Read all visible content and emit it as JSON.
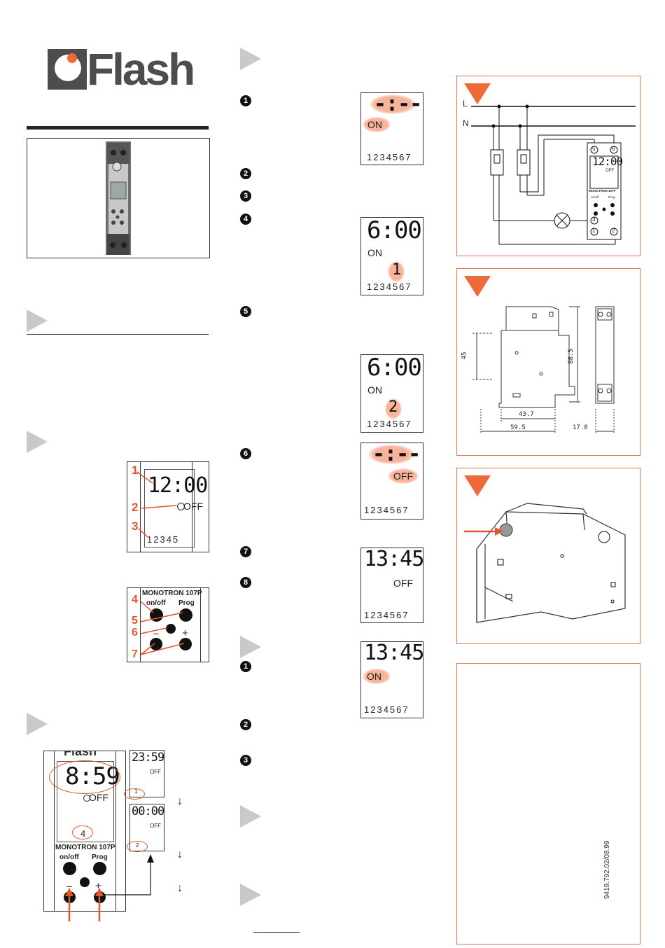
{
  "brand": {
    "name": "Flash",
    "accent": "#ee6a3b",
    "grey": "#4d4d4d"
  },
  "lcd_step1": {
    "time": "-:--",
    "state": "ON",
    "days": "1234567"
  },
  "lcd_step4": {
    "time": "6:00",
    "state": "ON",
    "day_selected": "1",
    "days": "1234567"
  },
  "lcd_step5": {
    "time": "6:00",
    "state": "ON",
    "day_selected": "2",
    "days": "1234567"
  },
  "lcd_step6": {
    "time": "-:--",
    "state": "OFF",
    "days": "1234567"
  },
  "lcd_step7": {
    "time": "13:45",
    "state": "OFF",
    "days": "1234567"
  },
  "lcd_manual": {
    "time": "13:45",
    "state": "ON",
    "days": "1234567"
  },
  "display_legend": {
    "time": "12:00",
    "state": "OFF",
    "days": "12345",
    "callouts": [
      "1",
      "2",
      "3"
    ]
  },
  "buttons_legend": {
    "model": "MONOTRON 107P",
    "onoff": "on/off",
    "prog": "Prog",
    "minus": "–",
    "plus": "+",
    "callouts": [
      "4",
      "5",
      "6",
      "7"
    ]
  },
  "clock_set": {
    "main_time": "8:59",
    "main_state": "OFF",
    "main_day": "4",
    "model": "MONOTRON 107P",
    "onoff": "on/off",
    "prog": "Prog",
    "minus": "–",
    "plus": "+",
    "small1_time": "23:59",
    "small1_state": "OFF",
    "small1_day": "1",
    "small2_time": "00:00",
    "small2_state": "OFF",
    "small2_day": "2",
    "arrows": [
      "↓",
      "↓",
      "↓"
    ]
  },
  "step_numbers": [
    "1",
    "2",
    "3",
    "4",
    "5",
    "6",
    "7",
    "8"
  ],
  "manual_steps": [
    "1",
    "2",
    "3"
  ],
  "wiring": {
    "L": "L",
    "N": "N",
    "t5": "5",
    "t6": "6",
    "t3": "3",
    "t1": "1",
    "t2": "2",
    "device_time": "12:00",
    "device_state": "OFF",
    "device_model": "MONOTRON 107P",
    "device_onoff": "on/off",
    "device_prog": "Prog"
  },
  "dimensions": {
    "height": "88.5",
    "depth_top": "45",
    "inner": "43.7",
    "width": "59.5",
    "module": "17.8"
  },
  "doc_code": "9419.792.02/08.99"
}
